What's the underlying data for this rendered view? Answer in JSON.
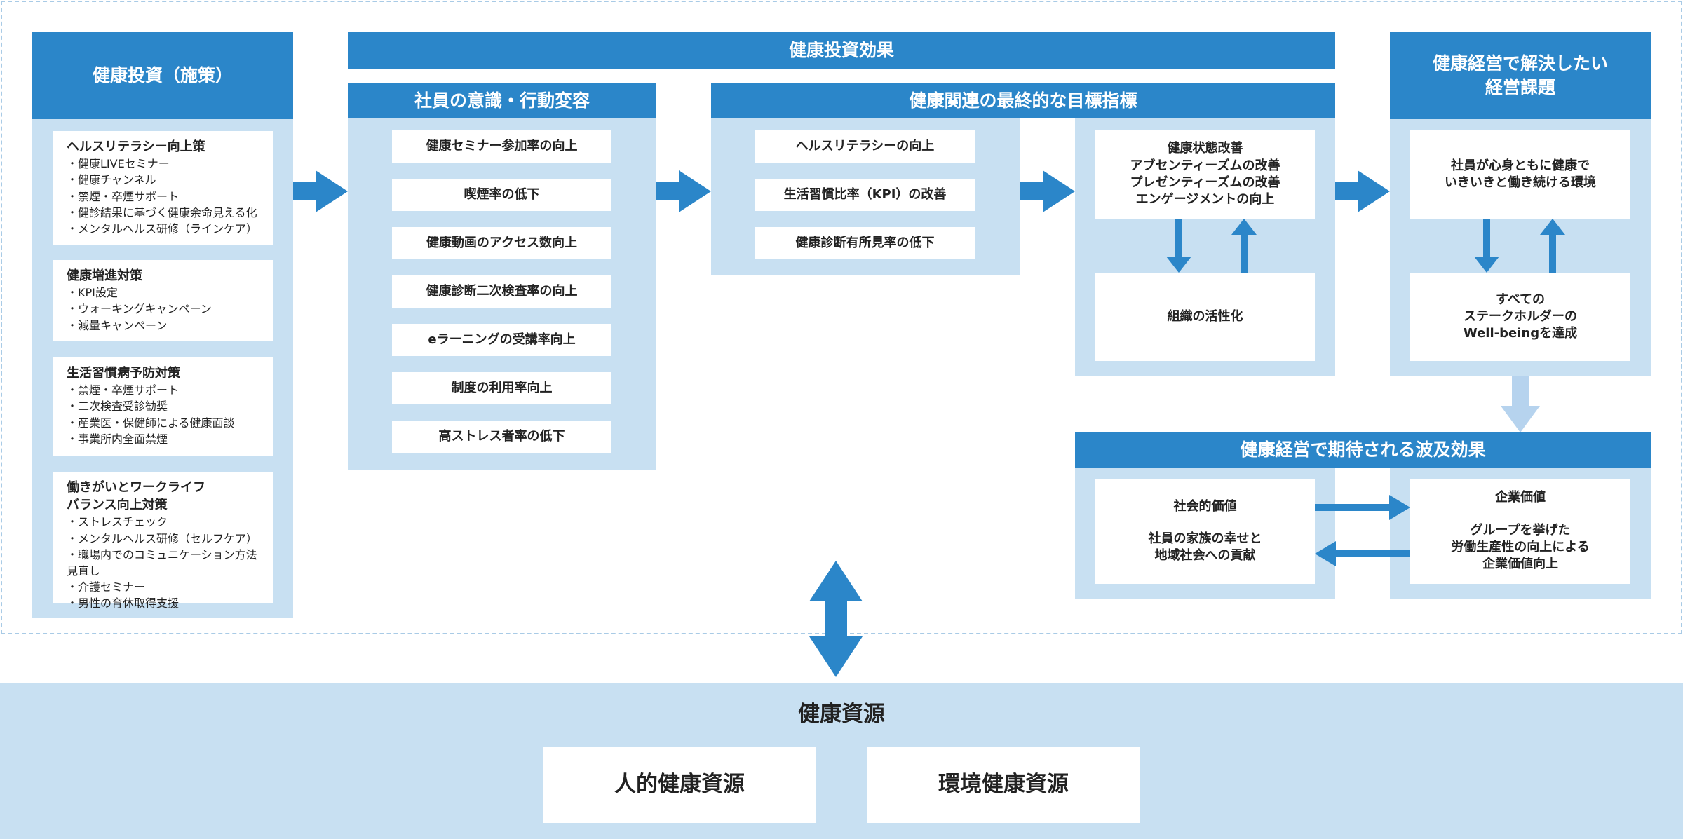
{
  "colors": {
    "accent": "#2b86c9",
    "panel": "#c8e0f2",
    "down_arrow": "#b6d3ee"
  },
  "investment": {
    "title": "健康投資（施策）",
    "groups": [
      {
        "title": "ヘルスリテラシー向上策",
        "items": [
          "・健康LIVEセミナー",
          "・健康チャンネル",
          "・禁煙・卒煙サポート",
          "・健診結果に基づく健康余命見える化",
          "・メンタルヘルス研修（ラインケア）"
        ]
      },
      {
        "title": "健康増進対策",
        "items": [
          "・KPI設定",
          "・ウォーキングキャンペーン",
          "・減量キャンペーン"
        ]
      },
      {
        "title": "生活習慣病予防対策",
        "items": [
          "・禁煙・卒煙サポート",
          "・二次検査受診勧奨",
          "・産業医・保健師による健康面談",
          "・事業所内全面禁煙"
        ]
      },
      {
        "title": "働きがいとワークライフ\nバランス向上対策",
        "items": [
          "・ストレスチェック",
          "・メンタルヘルス研修（セルフケア）",
          "・職場内でのコミュニケーション方法見直し",
          "・介護セミナー",
          "・男性の育休取得支援"
        ]
      }
    ]
  },
  "effects": {
    "title": "健康投資効果",
    "behavior": {
      "title": "社員の意識・行動変容",
      "items": [
        "健康セミナー参加率の向上",
        "喫煙率の低下",
        "健康動画のアクセス数向上",
        "健康診断二次検査率の向上",
        "eラーニングの受講率向上",
        "制度の利用率向上",
        "高ストレス者率の低下"
      ]
    },
    "goals": {
      "title": "健康関連の最終的な目標指標",
      "items": [
        "ヘルスリテラシーの向上",
        "生活習慣比率（KPI）の改善",
        "健康診断有所見率の低下"
      ],
      "right_top": "健康状態改善\nアブセンティーズムの改善\nプレゼンティーズムの改善\nエンゲージメントの向上",
      "right_bottom": "組織の活性化"
    }
  },
  "issues": {
    "title": "健康経営で解決したい\n経営課題",
    "top": "社員が心身ともに健康で\nいきいきと働き続ける環境",
    "bottom": "すべての\nステークホルダーの\nWell-beingを達成"
  },
  "ripple": {
    "title": "健康経営で期待される波及効果",
    "social": {
      "title": "社会的価値",
      "body": "社員の家族の幸せと\n地域社会への貢献"
    },
    "corporate": {
      "title": "企業価値",
      "body": "グループを挙げた\n労働生産性の向上による\n企業価値向上"
    }
  },
  "resources": {
    "title": "健康資源",
    "human": "人的健康資源",
    "environment": "環境健康資源"
  }
}
